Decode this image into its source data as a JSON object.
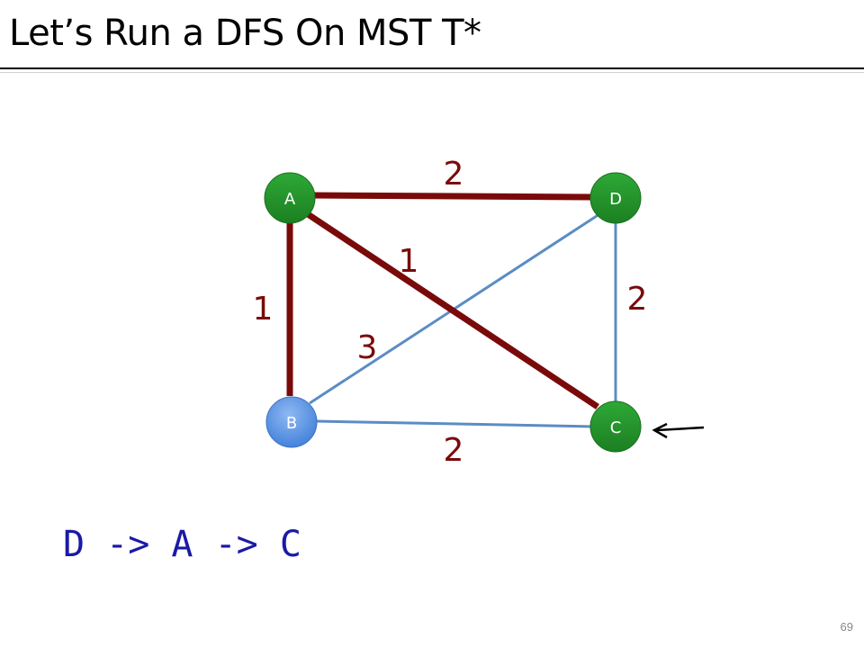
{
  "slide": {
    "title": "Let’s Run a DFS On MST T*",
    "path_text": "D -> A -> C",
    "page_number": "69"
  },
  "graph": {
    "nodes": [
      {
        "id": "A",
        "label": "A",
        "color": "green"
      },
      {
        "id": "D",
        "label": "D",
        "color": "green"
      },
      {
        "id": "B",
        "label": "B",
        "color": "blue"
      },
      {
        "id": "C",
        "label": "C",
        "color": "green"
      }
    ],
    "edges": [
      {
        "from": "A",
        "to": "D",
        "weight": "2",
        "in_mst": true
      },
      {
        "from": "A",
        "to": "B",
        "weight": "1",
        "in_mst": true
      },
      {
        "from": "A",
        "to": "C",
        "weight": "1",
        "in_mst": true
      },
      {
        "from": "D",
        "to": "C",
        "weight": "2",
        "in_mst": false
      },
      {
        "from": "B",
        "to": "D",
        "weight": "3",
        "in_mst": false
      },
      {
        "from": "B",
        "to": "C",
        "weight": "2",
        "in_mst": false
      }
    ],
    "arrow_points_to": "C"
  },
  "colors": {
    "mst_edge": "#7a0a0a",
    "other_edge": "#5b8cc4",
    "green_node": "#23922a",
    "blue_node": "#5b93e4",
    "weight_text": "#7a0a0a",
    "path_text": "#1a1aa6"
  }
}
